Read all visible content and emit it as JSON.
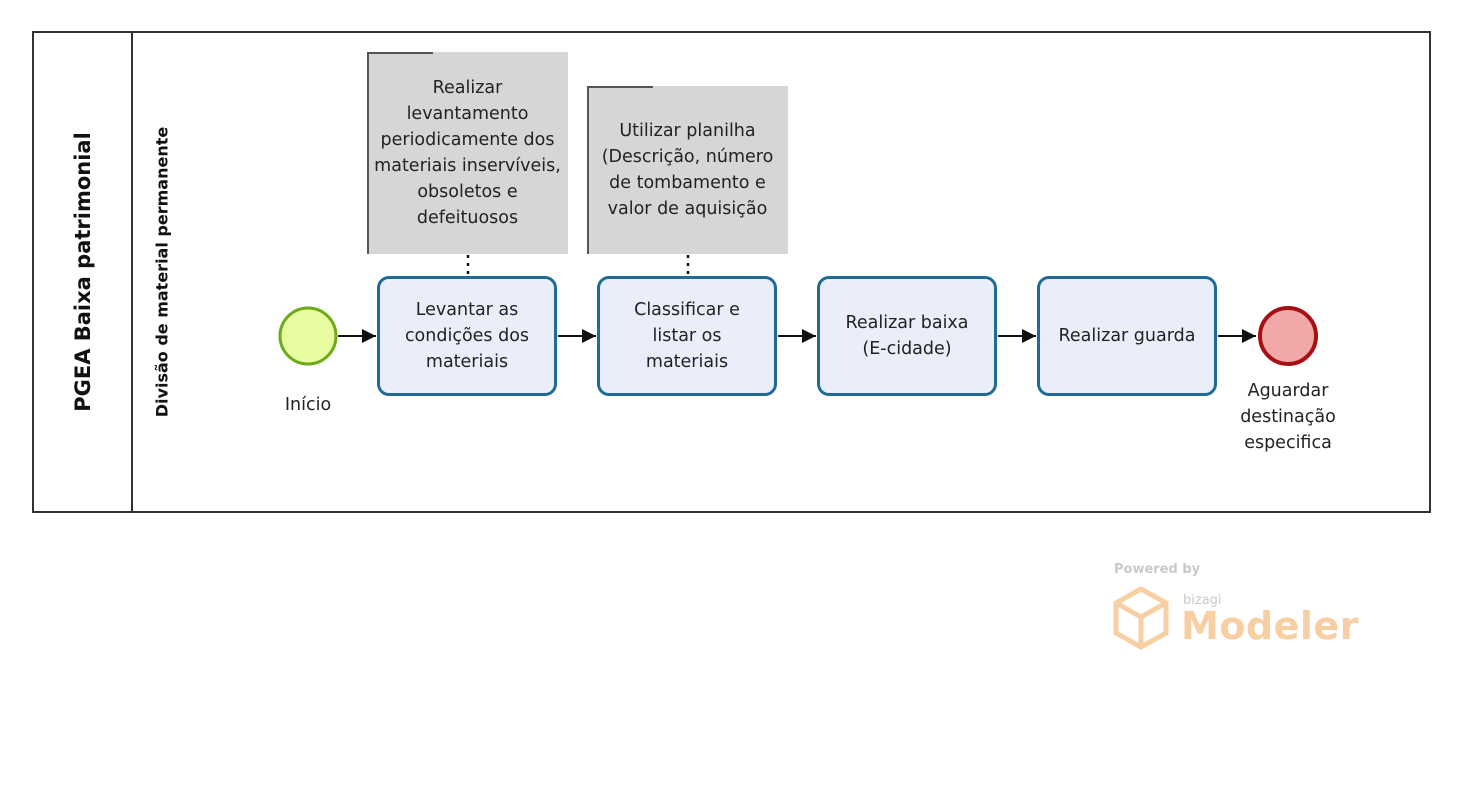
{
  "pool": {
    "title": "PGEA Baixa patrimonial"
  },
  "lane": {
    "title": "Divisão de material permanente"
  },
  "annotations": [
    {
      "text": "Realizar levantamento periodicamente dos materiais inservíveis, obsoletos e defeituosos"
    },
    {
      "text": "Utilizar planilha (Descrição, número de tombamento e valor de aquisição"
    }
  ],
  "start_event": {
    "label": "Início",
    "color": "#e8fca0"
  },
  "tasks": [
    {
      "label": "Levantar as condições dos materiais"
    },
    {
      "label": "Classificar e listar os materiais"
    },
    {
      "label": "Realizar baixa (E-cidade)"
    },
    {
      "label": "Realizar guarda"
    }
  ],
  "end_event": {
    "label": "Aguardar destinação especifica",
    "color": "#f0a8a8"
  },
  "logo": {
    "powered": "Powered by",
    "brand": "bizagi",
    "product": "Modeler"
  }
}
